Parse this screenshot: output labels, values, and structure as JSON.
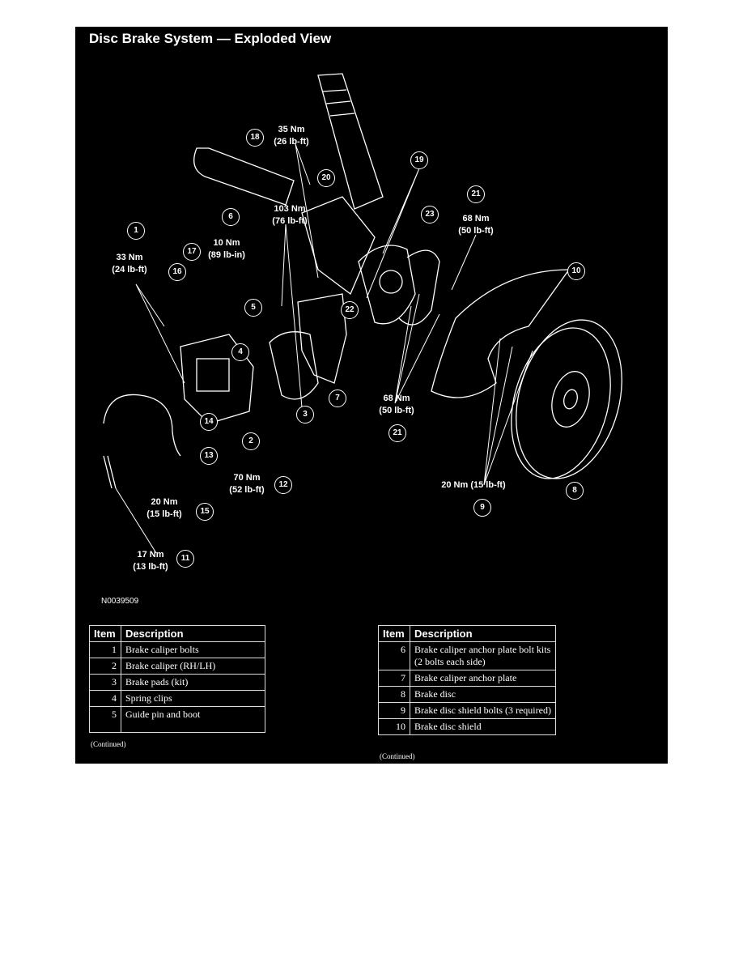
{
  "title": "Disc Brake System — Exploded View",
  "figure_code": "N0039509",
  "callouts": [
    {
      "n": "1",
      "torque": [
        "33 Nm",
        "(24 lb-ft)"
      ]
    },
    {
      "n": "18",
      "torque": [
        "35 Nm",
        "(26 lb-ft)"
      ]
    },
    {
      "n": "20"
    },
    {
      "n": "19"
    },
    {
      "n": "21",
      "torque": [
        "68 Nm",
        "(50 lb-ft)"
      ]
    },
    {
      "n": "23"
    },
    {
      "n": "6",
      "torque": [
        "103 Nm",
        "(76 lb-ft)"
      ]
    },
    {
      "n": "17",
      "torque": [
        "10 Nm",
        "(89 lb-in)"
      ]
    },
    {
      "n": "16"
    },
    {
      "n": "10"
    },
    {
      "n": "5"
    },
    {
      "n": "4"
    },
    {
      "n": "22"
    },
    {
      "n": "7"
    },
    {
      "n": "3"
    },
    {
      "n": "14"
    },
    {
      "n": "2"
    },
    {
      "n": "13"
    },
    {
      "n": "21",
      "torque": [
        "68 Nm",
        "(50 lb-ft)"
      ]
    },
    {
      "n": "12",
      "torque": [
        "70 Nm",
        "(52 lb-ft)"
      ]
    },
    {
      "n": "15",
      "torque": [
        "20 Nm",
        "(15 lb-ft)"
      ]
    },
    {
      "n": "9",
      "torque": [
        "20 Nm (15 lb-ft)"
      ]
    },
    {
      "n": "8"
    },
    {
      "n": "11",
      "torque": [
        "17 Nm",
        "(13 lb-ft)"
      ]
    }
  ],
  "tables": [
    {
      "headers": [
        "Item",
        "Description"
      ],
      "rows": [
        [
          "1",
          "Brake caliper bolts"
        ],
        [
          "2",
          "Brake caliper (RH/LH)"
        ],
        [
          "3",
          "Brake pads (kit)"
        ],
        [
          "4",
          "Spring clips"
        ],
        [
          "5",
          "Guide pin and boot"
        ]
      ],
      "note": "(Continued)"
    },
    {
      "headers": [
        "Item",
        "Description"
      ],
      "rows": [
        [
          "6",
          "Brake caliper anchor plate bolt kits (2 bolts each side)"
        ],
        [
          "7",
          "Brake caliper anchor plate"
        ],
        [
          "8",
          "Brake disc"
        ],
        [
          "9",
          "Brake disc shield bolts (3 required)"
        ],
        [
          "10",
          "Brake disc shield"
        ]
      ],
      "note": "(Continued)"
    }
  ]
}
